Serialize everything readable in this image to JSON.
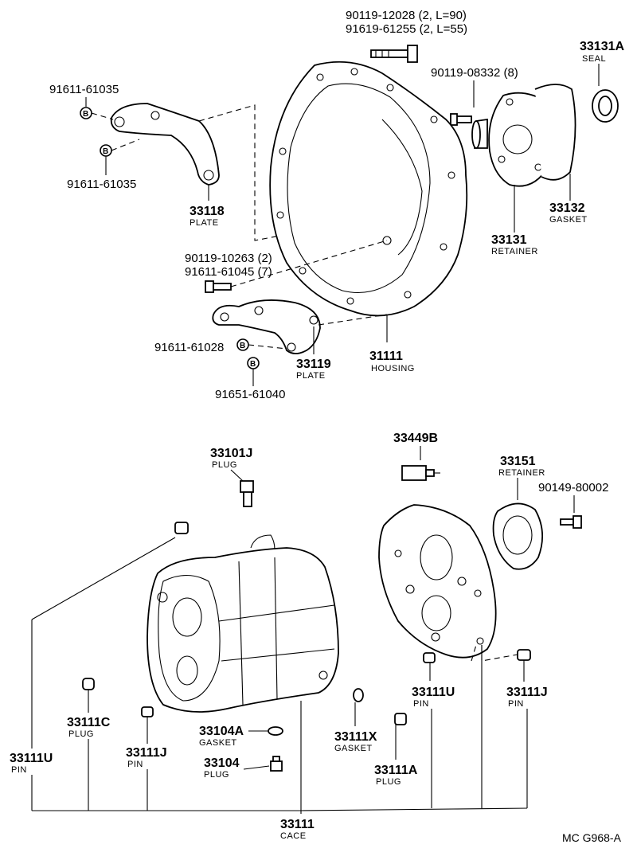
{
  "top_bolt": {
    "line1": "90119-12028 (2, L=90)",
    "line2": "91619-61255 (2, L=55)"
  },
  "bolt_8": "90119-08332 (8)",
  "seal": {
    "number": "33131A",
    "name": "SEAL"
  },
  "top_plate_bolts": {
    "upper": "91611-61035",
    "lower": "91611-61035",
    "badge": "B"
  },
  "plate_33118": {
    "number": "33118",
    "name": "PLATE"
  },
  "retainer_33131": {
    "number": "33131",
    "name": "RETAINER"
  },
  "gasket_33132": {
    "number": "33132",
    "name": "GASKET"
  },
  "mid_bolts": {
    "line1": "90119-10263 (2)",
    "line2": "91611-61045 (7)"
  },
  "plate_bolts_lower": {
    "upper": "91611-61028",
    "lower": "91651-61040",
    "badge": "B"
  },
  "plate_33119": {
    "number": "33119",
    "name": "PLATE"
  },
  "housing": {
    "number": "31111",
    "name": "HOUSING"
  },
  "plug_33101J": {
    "number": "33101J",
    "name": "PLUG"
  },
  "part_33449B": {
    "number": "33449B"
  },
  "retainer_33151": {
    "number": "33151",
    "name": "RETAINER"
  },
  "bolt_90149": "90149-80002",
  "pin_33111U_left": {
    "number": "33111U",
    "name": "PIN"
  },
  "plug_33111C": {
    "number": "33111C",
    "name": "PLUG"
  },
  "pin_33111J_left": {
    "number": "33111J",
    "name": "PIN"
  },
  "gasket_33104A": {
    "number": "33104A",
    "name": "GASKET"
  },
  "plug_33104": {
    "number": "33104",
    "name": "PLUG"
  },
  "gasket_33111X": {
    "number": "33111X",
    "name": "GASKET"
  },
  "plug_33111A": {
    "number": "33111A",
    "name": "PLUG"
  },
  "pin_33111U_right": {
    "number": "33111U",
    "name": "PIN"
  },
  "pin_33111J_right": {
    "number": "33111J",
    "name": "PIN"
  },
  "case": {
    "number": "33111",
    "name": "CACE"
  },
  "footer_code": "MC  G968-A"
}
